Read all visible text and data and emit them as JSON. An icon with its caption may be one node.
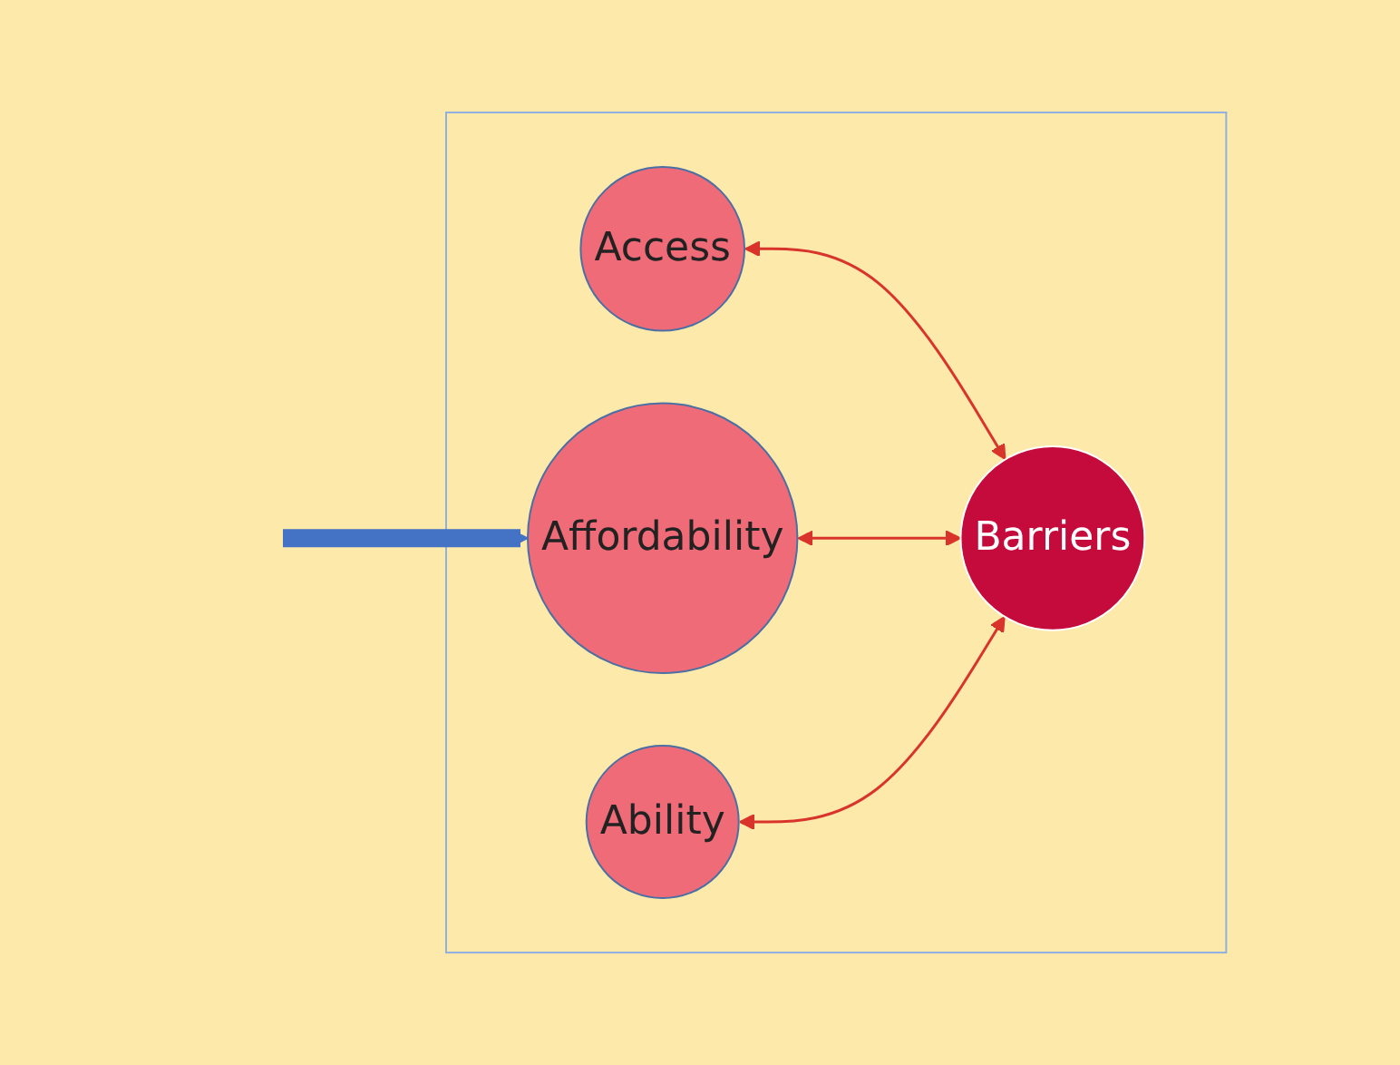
{
  "diagram": {
    "nodes": [
      {
        "text": [],
        "shape": "box"
      },
      {
        "text": [
          "Access"
        ],
        "in": 0
      },
      {
        "text": [
          "Affordability"
        ],
        "in": 0
      },
      {
        "text": [
          "Ability"
        ],
        "in": 0
      },
      {
        "text": [
          "Barriers"
        ],
        "in": 0
      }
    ],
    "edges": [
      {
        "from": null,
        "to": 2,
        "arrow": "to",
        "style": "thick",
        "color": "#4472c4"
      },
      {
        "from": 1,
        "to": 4,
        "arrow": "both"
      },
      {
        "from": 2,
        "to": 4,
        "arrow": "both"
      },
      {
        "from": 3,
        "to": 4,
        "arrow": "both"
      }
    ]
  }
}
